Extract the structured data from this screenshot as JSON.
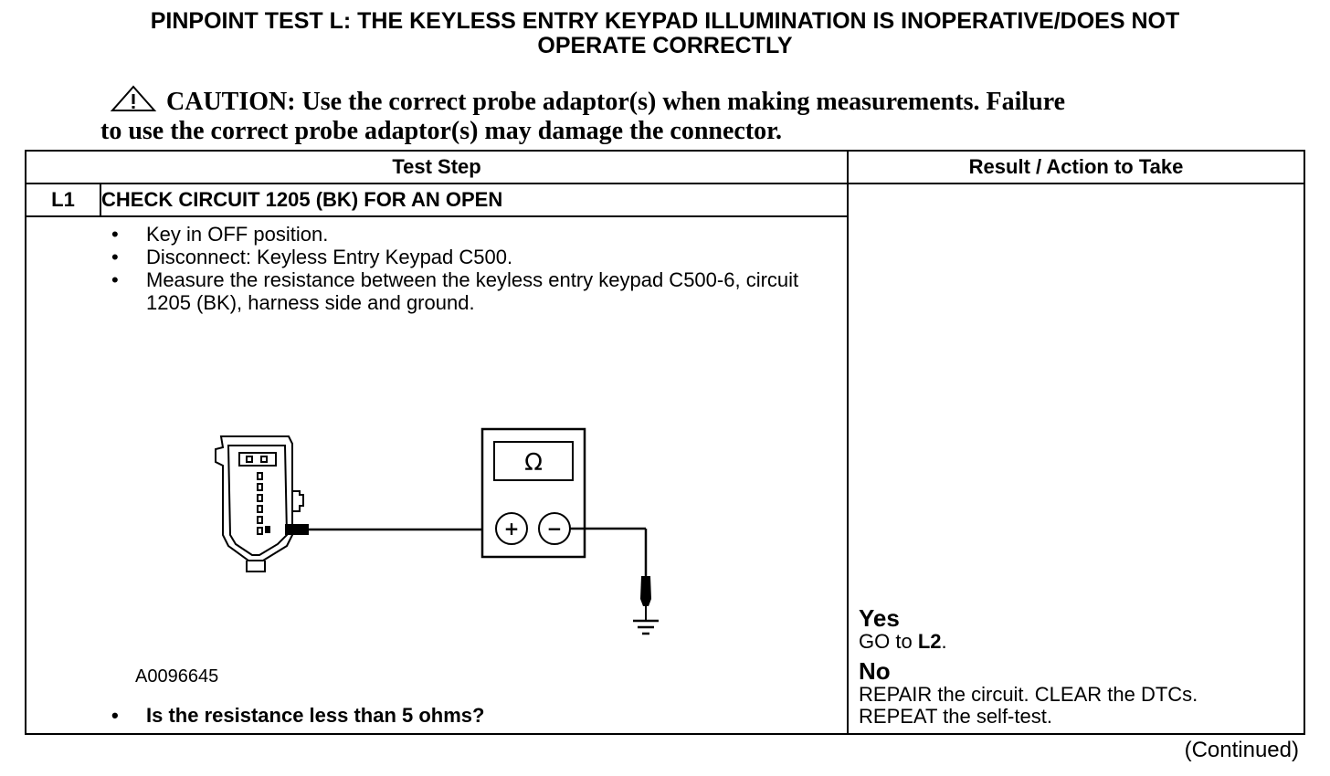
{
  "title_line1": "PINPOINT TEST L: THE KEYLESS ENTRY KEYPAD ILLUMINATION IS INOPERATIVE/DOES NOT",
  "title_line2": "OPERATE CORRECTLY",
  "caution": {
    "label": "CAUTION:",
    "line1": "Use the correct probe adaptor(s) when making measurements. Failure",
    "line2": "to use the correct probe adaptor(s) may damage the connector."
  },
  "table": {
    "header_test_step": "Test Step",
    "header_result": "Result / Action to Take",
    "step_id": "L1",
    "step_title": "CHECK CIRCUIT 1205 (BK) FOR AN OPEN",
    "bullets": [
      "Key in OFF position.",
      "Disconnect: Keyless Entry Keypad C500.",
      "Measure the resistance between the keyless entry keypad C500-6, circuit 1205 (BK), harness side and ground."
    ],
    "meter_symbol": "Ω",
    "meter_plus": "+",
    "meter_minus": "−",
    "figure_id": "A0096645",
    "question": "Is the resistance less than 5 ohms?"
  },
  "results": {
    "yes_label": "Yes",
    "yes_action_prefix": "GO to ",
    "yes_action_target": "L2",
    "yes_action_suffix": ".",
    "no_label": "No",
    "no_action_line1": "REPAIR the circuit. CLEAR the DTCs.",
    "no_action_line2": "REPEAT the self-test."
  },
  "continued": "(Continued)"
}
